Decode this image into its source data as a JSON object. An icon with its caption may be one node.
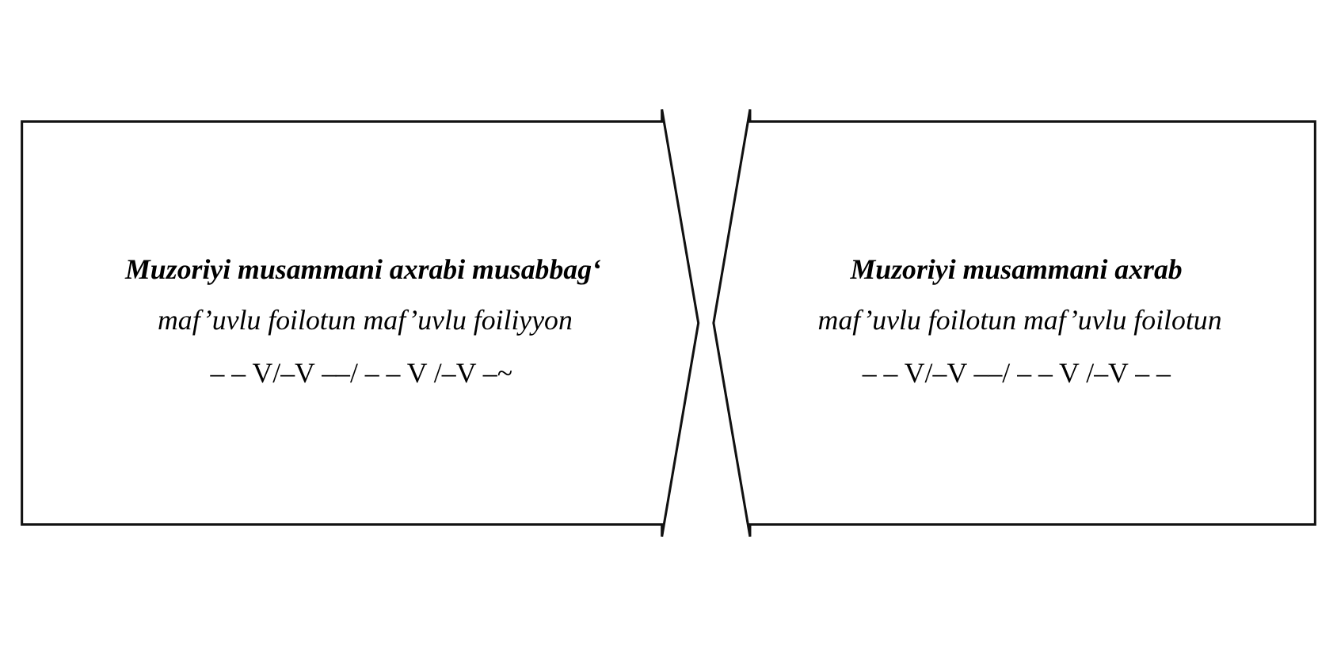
{
  "diagram": {
    "nodes": [
      {
        "text": [
          "Muzoriyi musammani axrabi musabbag‘",
          "maf’uvlu foilotun maf’uvlu foiliyyon",
          "– – V/–V ––/ – – V /–V –~"
        ]
      },
      {
        "text": [
          "Muzoriyi musammani axrab",
          "maf’uvlu foilotun maf’uvlu foilotun",
          "– – V/–V ––/ – – V /–V – –"
        ]
      }
    ]
  }
}
